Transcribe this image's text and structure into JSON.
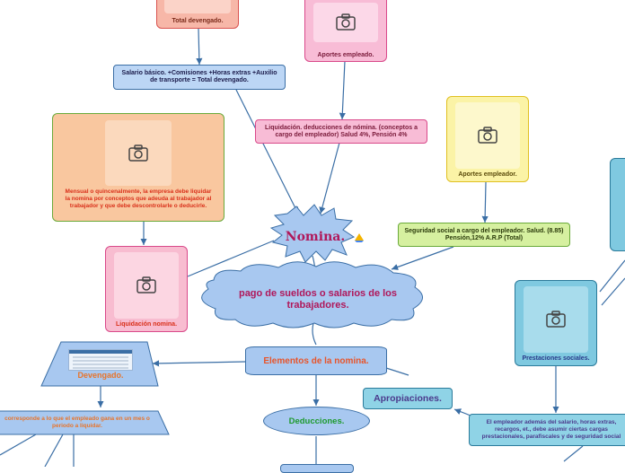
{
  "nodes": {
    "total_devengado": "Total devengado.",
    "salario_basico": "Salario básico. +Comisiones +Horas extras +Auxilio de transporte = Total devengado.",
    "aportes_empleado": "Aportes empleado.",
    "liquidacion_deducciones": "Liquidación. deducciones de nómina. (conceptos a cargo del empleador) Salud 4%, Pensión 4%",
    "aportes_empleador": "Aportes empleador.",
    "mensual": "Mensual o quincenalmente, la empresa debe liquidar la nomina por conceptos que adeuda al trabajador al trabajador y que debe descontrolarle o deducirle.",
    "nomina": "Nomina.",
    "seguridad_social": "Seguridad social a cargo del empleador. Salud. (8.85) Pensión,12% A.R.P (Total)",
    "liquidacion_nomina": "Liquidación nomina.",
    "pago": "pago de sueldos o salarios de los trabajadores.",
    "prestaciones": "Prestaciones sociales.",
    "devengado": "Devengado.",
    "elementos": "Elementos de la nomina.",
    "apropiaciones": "Apropiaciones.",
    "deducciones": "Deducciones.",
    "corresponde": "corresponde a lo que el empleado gana en un mes o periodo a liquidar.",
    "empleador_ademas": "El empleador además del salario, horas extras, recargos, et., debe asumir ciertas cargas prestacionales, parafiscales y de seguridad social"
  },
  "icons": [
    "camera-icon",
    "drive-icon"
  ],
  "colors": {
    "connector": "#3a6ea5",
    "central_purple": "#b0175a",
    "elementos_text": "#e8542a",
    "deducciones_text": "#1e9a2e",
    "apropiaciones_text": "#4b3a8c",
    "devengado_text": "#e8742a",
    "red_text": "#d9301a"
  }
}
